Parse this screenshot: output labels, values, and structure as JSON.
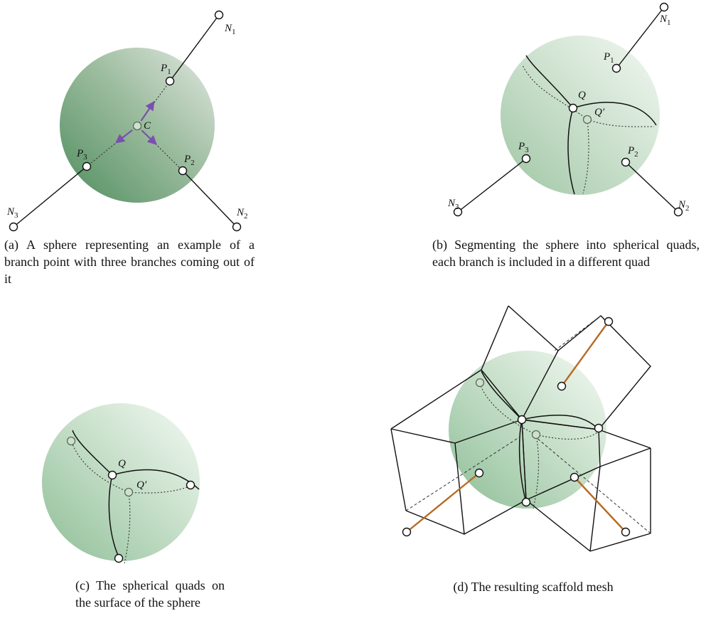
{
  "figure": {
    "panel_a": {
      "caption": "(a) A sphere representing an example of a branch point with three branches coming out of it",
      "labels": {
        "n1": "N1",
        "n2": "N2",
        "n3": "N3",
        "p1": "P1",
        "p2": "P2",
        "p3": "P3",
        "c": "C"
      }
    },
    "panel_b": {
      "caption": "(b) Segmenting the sphere into spherical quads, each branch is included in a different quad",
      "labels": {
        "n1": "N1",
        "n2": "N2",
        "n3": "N3",
        "p1": "P1",
        "p2": "P2",
        "p3": "P3",
        "q": "Q",
        "q_prime": "Q′"
      }
    },
    "panel_c": {
      "caption": "(c) The spherical quads on the surface of the sphere",
      "labels": {
        "q": "Q",
        "q_prime": "Q′"
      }
    },
    "panel_d": {
      "caption": "(d) The resulting scaffold mesh"
    },
    "colors": {
      "sphere_dark": "#5f9a6c",
      "sphere_light": "#eef5ee",
      "arrow": "#7b4fb0",
      "branch_orange": "#b86a24"
    }
  }
}
